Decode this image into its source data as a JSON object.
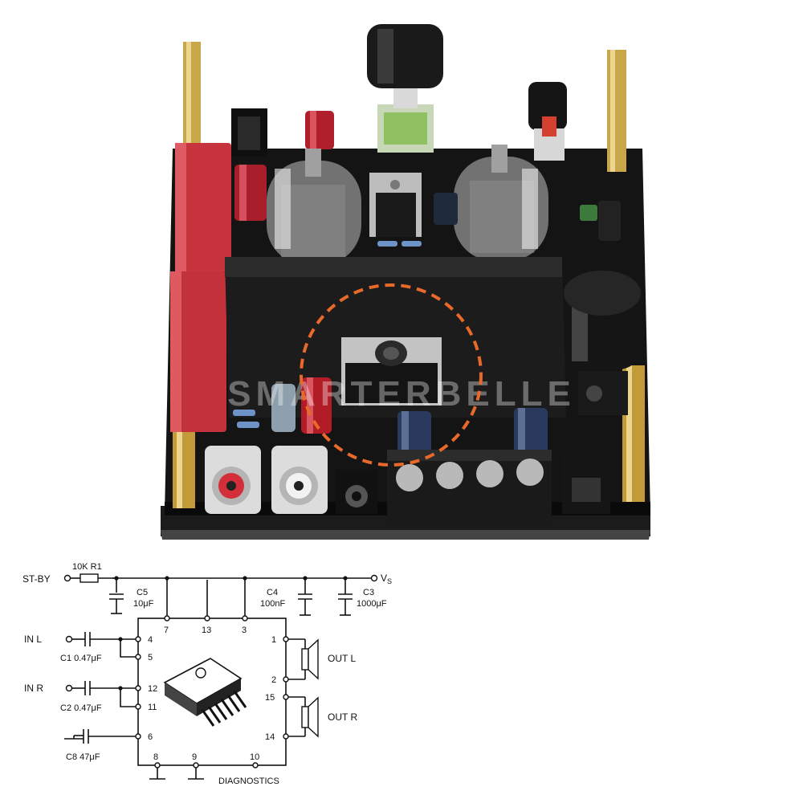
{
  "photo": {
    "watermark": "SMARTERBELLE",
    "highlight_color": "#e8692a",
    "board_color": "#141414"
  },
  "schematic": {
    "st_by": "ST-BY",
    "r1": "10K R1",
    "c5_name": "C5",
    "c5_value": "10μF",
    "c4_name": "C4",
    "c4_value": "100nF",
    "c3_name": "C3",
    "c3_value": "1000μF",
    "vs": "V",
    "vs_sub": "S",
    "in_l": "IN L",
    "in_r": "IN R",
    "c1": "C1 0.47μF",
    "c2": "C2 0.47μF",
    "c8": "C8 47μF",
    "out_l": "OUT L",
    "out_r": "OUT R",
    "diagnostics": "DIAGNOSTICS",
    "pins": {
      "p7": "7",
      "p13": "13",
      "p3": "3",
      "p4": "4",
      "p5": "5",
      "p12": "12",
      "p11": "11",
      "p6": "6",
      "p1": "1",
      "p2": "2",
      "p15": "15",
      "p14": "14",
      "p8": "8",
      "p9": "9",
      "p10": "10"
    }
  }
}
